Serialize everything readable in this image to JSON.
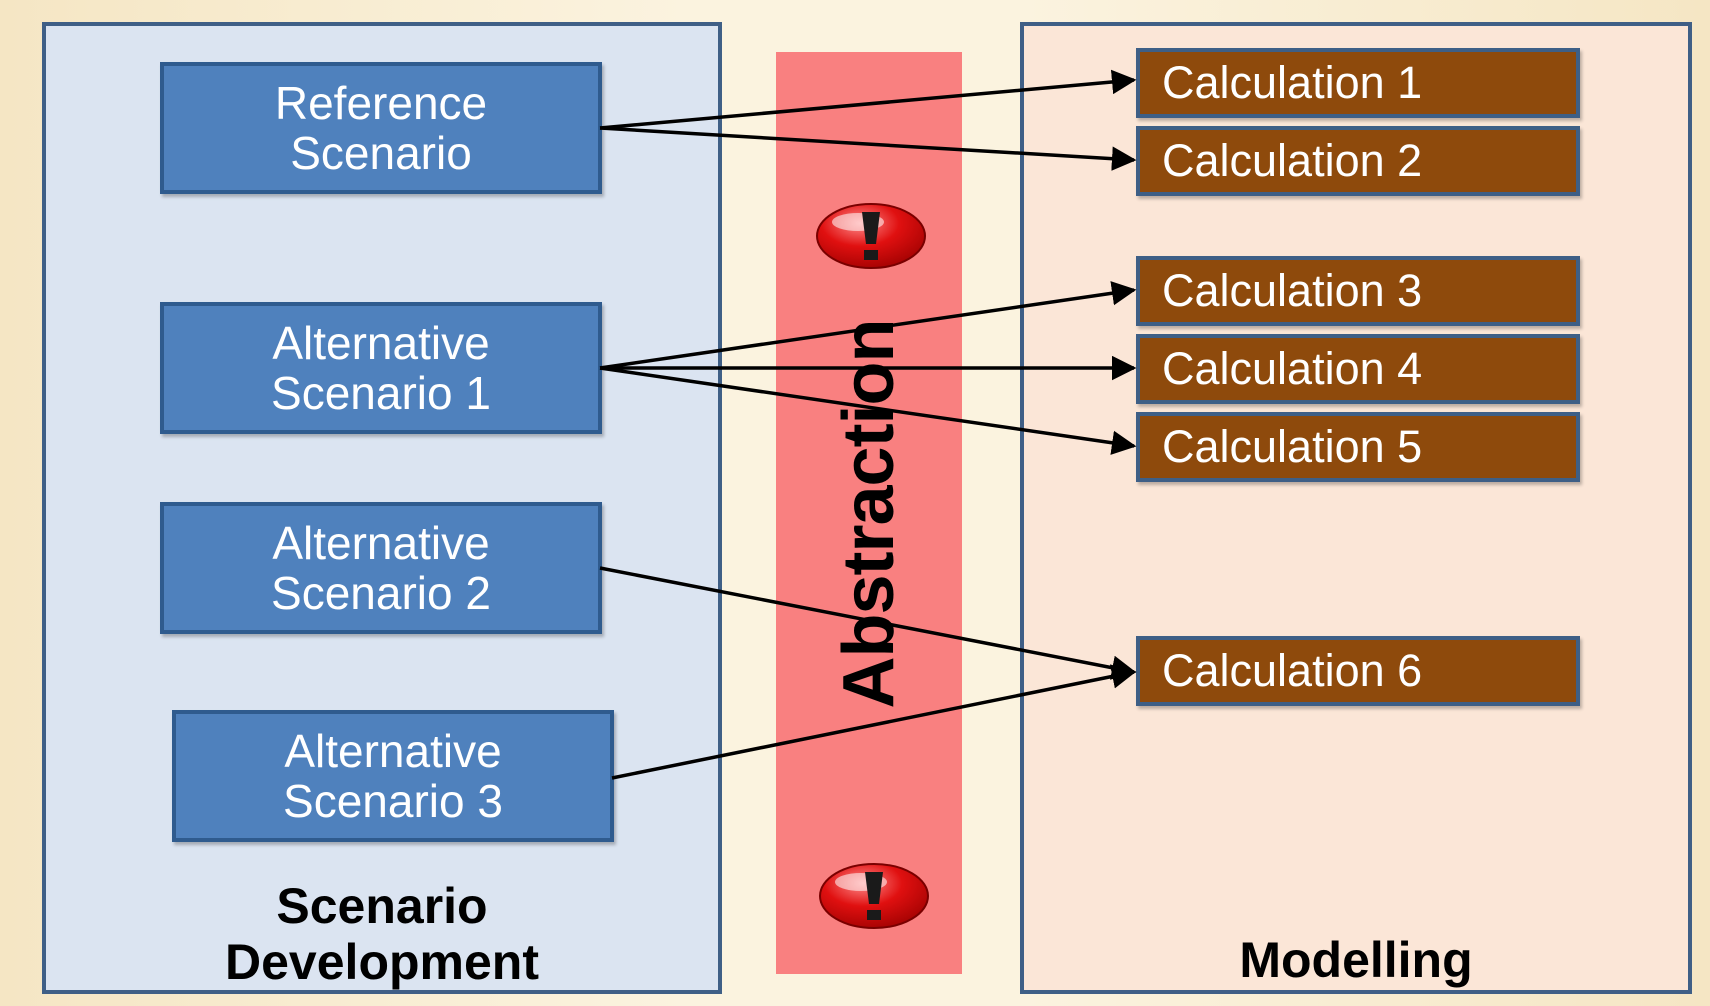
{
  "left_panel": {
    "title_line1": "Scenario",
    "title_line2": "Development",
    "scenarios": [
      {
        "line1": "Reference",
        "line2": "Scenario"
      },
      {
        "line1": "Alternative",
        "line2": "Scenario 1"
      },
      {
        "line1": "Alternative",
        "line2": "Scenario 2"
      },
      {
        "line1": "Alternative",
        "line2": "Scenario 3"
      }
    ]
  },
  "middle": {
    "label": "Abstraction",
    "icon": "exclamation-icon"
  },
  "right_panel": {
    "title": "Modelling",
    "calculations": [
      "Calculation 1",
      "Calculation 2",
      "Calculation 3",
      "Calculation 4",
      "Calculation 5",
      "Calculation 6"
    ]
  },
  "colors": {
    "scenario_fill": "#4f81bd",
    "calculation_fill": "#8e4a0c",
    "abstraction_bar": "#f98080",
    "left_panel_bg": "#dbe4f1",
    "right_panel_bg": "#fbe6d7"
  }
}
